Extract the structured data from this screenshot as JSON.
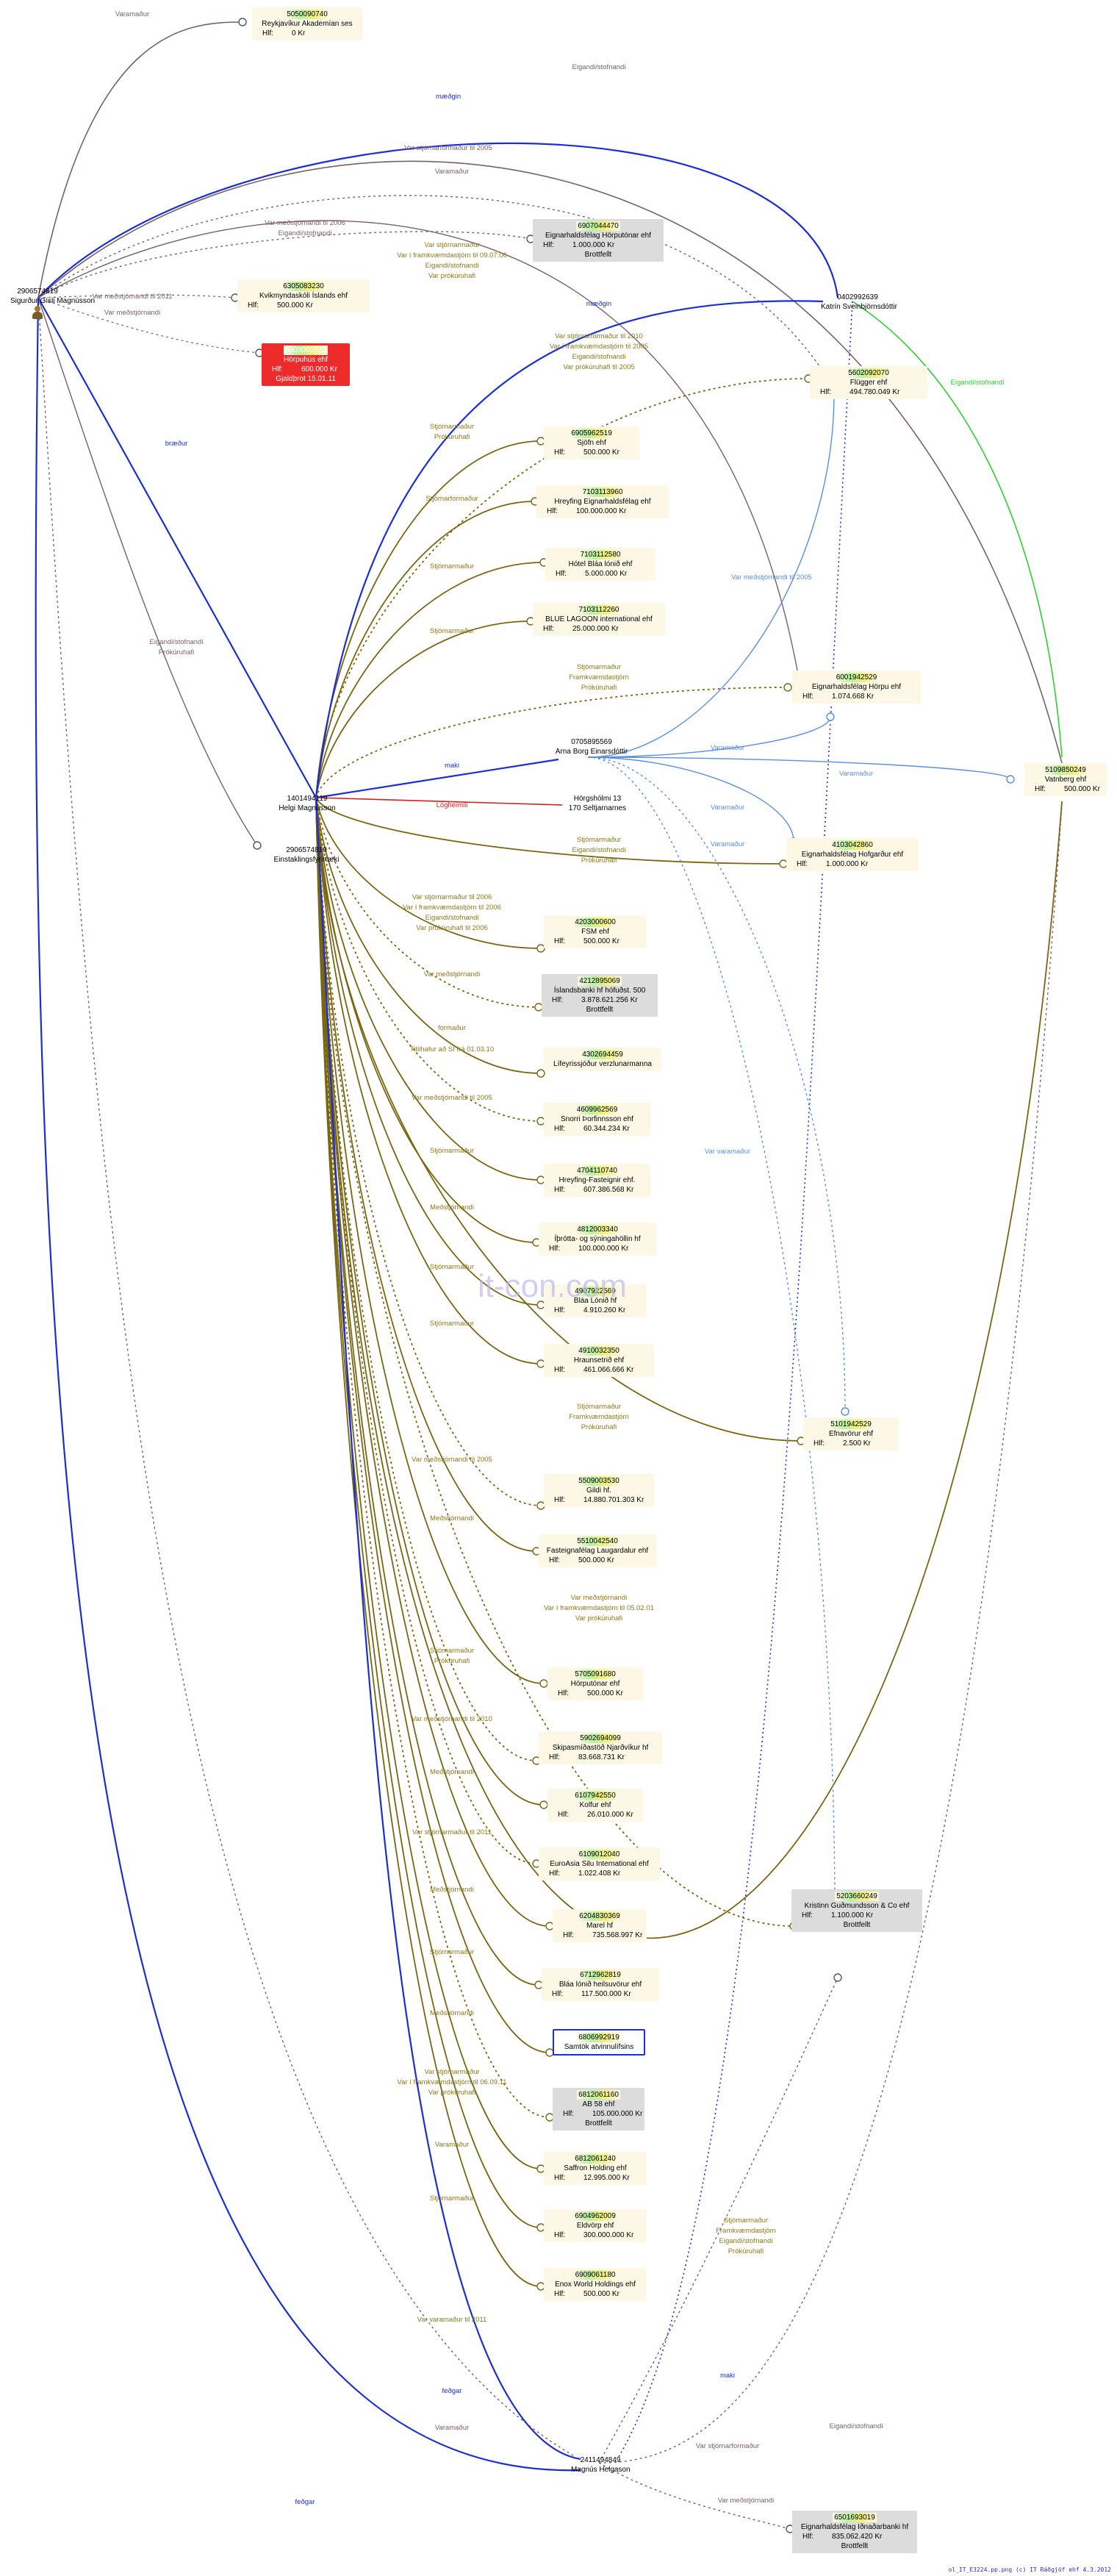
{
  "watermark": "it-con.com",
  "footer": "ol_IT_E3224.pp.png (c) IT Ráðgjöf ehf 4.3.2012",
  "people": {
    "sigurdur": {
      "kt": "2906574819",
      "name": "Sigurður Gísli Magnússon"
    },
    "helgi": {
      "kt": "1401494119",
      "name": "Helgi Magnússon"
    },
    "katrin": {
      "kt": "0402992639",
      "name": "Katrín Sveinbjörnsdóttir"
    },
    "arna": {
      "kt": "0705895569",
      "name": "Arna Borg Einarsdóttir"
    },
    "magnus": {
      "kt": "2411494849",
      "name": "Magnús Helgason"
    }
  },
  "address": {
    "line1": "Hörgshólmi 13",
    "line2": "170 Seltjarnarnes"
  },
  "einst": {
    "kt": "2906574819",
    "name": "Einstaklingsfyrirtæki"
  },
  "companies": {
    "c1": {
      "kt": "5050090740",
      "name": "Reykjavíkur Akademían ses",
      "hlf": "0 Kr",
      "status": ""
    },
    "c2": {
      "kt": "6907044470",
      "name": "Eignarhaldsfélag Hörputónar ehf",
      "hlf": "1.000.000 Kr",
      "status": "Brottfellt"
    },
    "c3": {
      "kt": "6305083230",
      "name": "Kvikmyndaskóli Íslands ehf",
      "hlf": "500.000 Kr",
      "status": ""
    },
    "c4": {
      "kt": "6009060870",
      "name": "Hörpuhús ehf",
      "hlf": "600.000 Kr",
      "status": "Gjaldþrot 15.01.11"
    },
    "c5": {
      "kt": "5602092070",
      "name": "Flügger ehf",
      "hlf": "494.780.049 Kr",
      "status": ""
    },
    "c6": {
      "kt": "6905962519",
      "name": "Sjöfn ehf",
      "hlf": "500.000 Kr",
      "status": ""
    },
    "c7": {
      "kt": "7103113960",
      "name": "Hreyfing Eignarhaldsfélag ehf",
      "hlf": "100.000.000 Kr",
      "status": ""
    },
    "c8": {
      "kt": "7103112580",
      "name": "Hótel Bláa lónið ehf",
      "hlf": "5.000.000 Kr",
      "status": ""
    },
    "c9": {
      "kt": "7103112260",
      "name": "BLUE LAGOON international ehf",
      "hlf": "25.000.000 Kr",
      "status": ""
    },
    "c10": {
      "kt": "6001942529",
      "name": "Eignarhaldsfélag Hörpu ehf",
      "hlf": "1.074.668 Kr",
      "status": ""
    },
    "c11": {
      "kt": "5109850249",
      "name": "Vatnberg ehf",
      "hlf": "500.000 Kr",
      "status": ""
    },
    "c12": {
      "kt": "4103042860",
      "name": "Eignarhaldsfélag Hofgarður ehf",
      "hlf": "1.000.000 Kr",
      "status": ""
    },
    "c13": {
      "kt": "4203000600",
      "name": "FSM ehf",
      "hlf": "500.000 Kr",
      "status": ""
    },
    "c14": {
      "kt": "4212895069",
      "name": "Íslandsbanki hf hófuðst. 500",
      "hlf": "3.878.621.256 Kr",
      "status": "Brottfellt"
    },
    "c15": {
      "kt": "4302694459",
      "name": "Lífeyrissjóður verzlunarmanna",
      "hlf": "",
      "status": ""
    },
    "c16": {
      "kt": "4609962569",
      "name": "Snorri Þorfinnsson ehf",
      "hlf": "60.344.234 Kr",
      "status": ""
    },
    "c17": {
      "kt": "4704110740",
      "name": "Hreyfing-Fasteignir ehf.",
      "hlf": "607.386.568 Kr",
      "status": ""
    },
    "c18": {
      "kt": "4812003340",
      "name": "Íþrótta- og sýningahöllin hf",
      "hlf": "100.000.000 Kr",
      "status": ""
    },
    "c19": {
      "kt": "4907922569",
      "name": "Bláa Lónið hf",
      "hlf": "4.910.260 Kr",
      "status": ""
    },
    "c20": {
      "kt": "4910032350",
      "name": "Hraunsetrið ehf",
      "hlf": "461.066.666 Kr",
      "status": ""
    },
    "c21": {
      "kt": "5101942529",
      "name": "Efnavörur ehf",
      "hlf": "2.500 Kr",
      "status": ""
    },
    "c22": {
      "kt": "5509003530",
      "name": "Gildi hf.",
      "hlf": "14.880.701.303 Kr",
      "status": ""
    },
    "c23": {
      "kt": "5510042540",
      "name": "Fasteignafélag Laugardalur ehf",
      "hlf": "500.000 Kr",
      "status": ""
    },
    "c24": {
      "kt": "5203660249",
      "name": "Kristinn Guðmundsson & Co ehf",
      "hlf": "1.100.000 Kr",
      "status": "Brottfellt"
    },
    "c25": {
      "kt": "5705091680",
      "name": "Hörputónar ehf",
      "hlf": "500.000 Kr",
      "status": ""
    },
    "c26": {
      "kt": "5902694099",
      "name": "Skipasmíðastöð Njarðvíkur hf",
      "hlf": "83.668.731 Kr",
      "status": ""
    },
    "c27": {
      "kt": "6107942550",
      "name": "Kolfur ehf",
      "hlf": "26.010.000 Kr",
      "status": ""
    },
    "c28": {
      "kt": "6109012040",
      "name": "EuroAsia Silu International ehf",
      "hlf": "1.022.408 Kr",
      "status": ""
    },
    "c29": {
      "kt": "6204830369",
      "name": "Marel hf",
      "hlf": "735.568.997 Kr",
      "status": ""
    },
    "c30": {
      "kt": "6712962819",
      "name": "Bláa lónið heilsuvörur ehf",
      "hlf": "117.500.000 Kr",
      "status": ""
    },
    "c31": {
      "kt": "6806992919",
      "name": "Samtök atvinnulífsins",
      "hlf": "",
      "status": ""
    },
    "c32": {
      "kt": "6812061160",
      "name": "AB 58 ehf",
      "hlf": "105.000.000 Kr",
      "status": "Brottfellt"
    },
    "c33": {
      "kt": "6812061240",
      "name": "Saffron Holding ehf",
      "hlf": "12.995.000 Kr",
      "status": ""
    },
    "c34": {
      "kt": "6904962009",
      "name": "Eldvörp ehf",
      "hlf": "300.000.000 Kr",
      "status": ""
    },
    "c35": {
      "kt": "6909061180",
      "name": "Enox World Holdings ehf",
      "hlf": "500.000 Kr",
      "status": ""
    },
    "c36": {
      "kt": "6501693019",
      "name": "Eignarhaldsfélag Iðnaðarbanki hf",
      "hlf": "835.062.420 Kr",
      "status": "Brottfellt"
    }
  },
  "edge_labels": {
    "varamadur": "Varamaður",
    "eigandi": "Eigandi/stofnandi",
    "modgin": "mæðgin",
    "var_stjorn_2005": "Var stjórnarformaður til 2005",
    "var_med_2006": "Var meðstjórnandi til 2006",
    "var_stjorn": "Var stjórnarmaður",
    "var_fk_2006": "Var í framkvæmdastjórn til 09.07.06",
    "var_prok": "Var prókúruhafi",
    "var_med_2011": "Var meðstjórnandi til 2011",
    "var_med": "Var meðstjórnandi",
    "brodur": "bræður",
    "prokuruhafi": "Prókúruhafi",
    "var_stjornform_2010": "Var stjórnarformaður til 2010",
    "var_fk_2005": "Var í framkvæmdastjórn til 2005",
    "var_prok_2005": "Var prókúruhafi til 2005",
    "stjornarmadur": "Stjórnarmaður",
    "stjornarformadur": "Stjórnarformaður",
    "framkv": "Framkvæmdastjórn",
    "var_med_2005_b": "Var meðstjórnandi til 2005",
    "maki": "maki",
    "loghemili": "Lögheimili",
    "var_stjorn_2006": "Var stjórnarmaður til 2006",
    "var_fk_2006b": "Var í framkvæmdastjórn til 2006",
    "var_prok_2006": "Var prókúruhafi til 2006",
    "formadur": "formaður",
    "titill": "Titilhafur að SI frá 01.03.10",
    "medstjornandi": "Meðstjórnandi",
    "var_med_2005_c": "Var meðstjórnandi til 2005",
    "var_varamadur": "Var varamaður",
    "var_fk_2006c": "Var í framkvæmdastjórn til 05.02.01",
    "var_med_2010": "Var meðstjórnandi til 2010",
    "var_stjorn_2011": "Var stjórnarmaður til 2011",
    "var_fk_0609": "Var í framkvæmdastjórn til 06.09.11",
    "var_vara_2011": "Var varamaður til 2011",
    "fedgar": "feðgar",
    "var_stjornarform": "Var stjórnarformaður",
    "hlf": "Hlf:"
  },
  "colors": {
    "olive": "#7a6612",
    "olive_label": "#8a7a1a",
    "blue": "#1b2fd1",
    "lightblue": "#5b8ee0",
    "mauve": "#7a6066",
    "green": "#2ed02e",
    "red": "#d42020"
  }
}
